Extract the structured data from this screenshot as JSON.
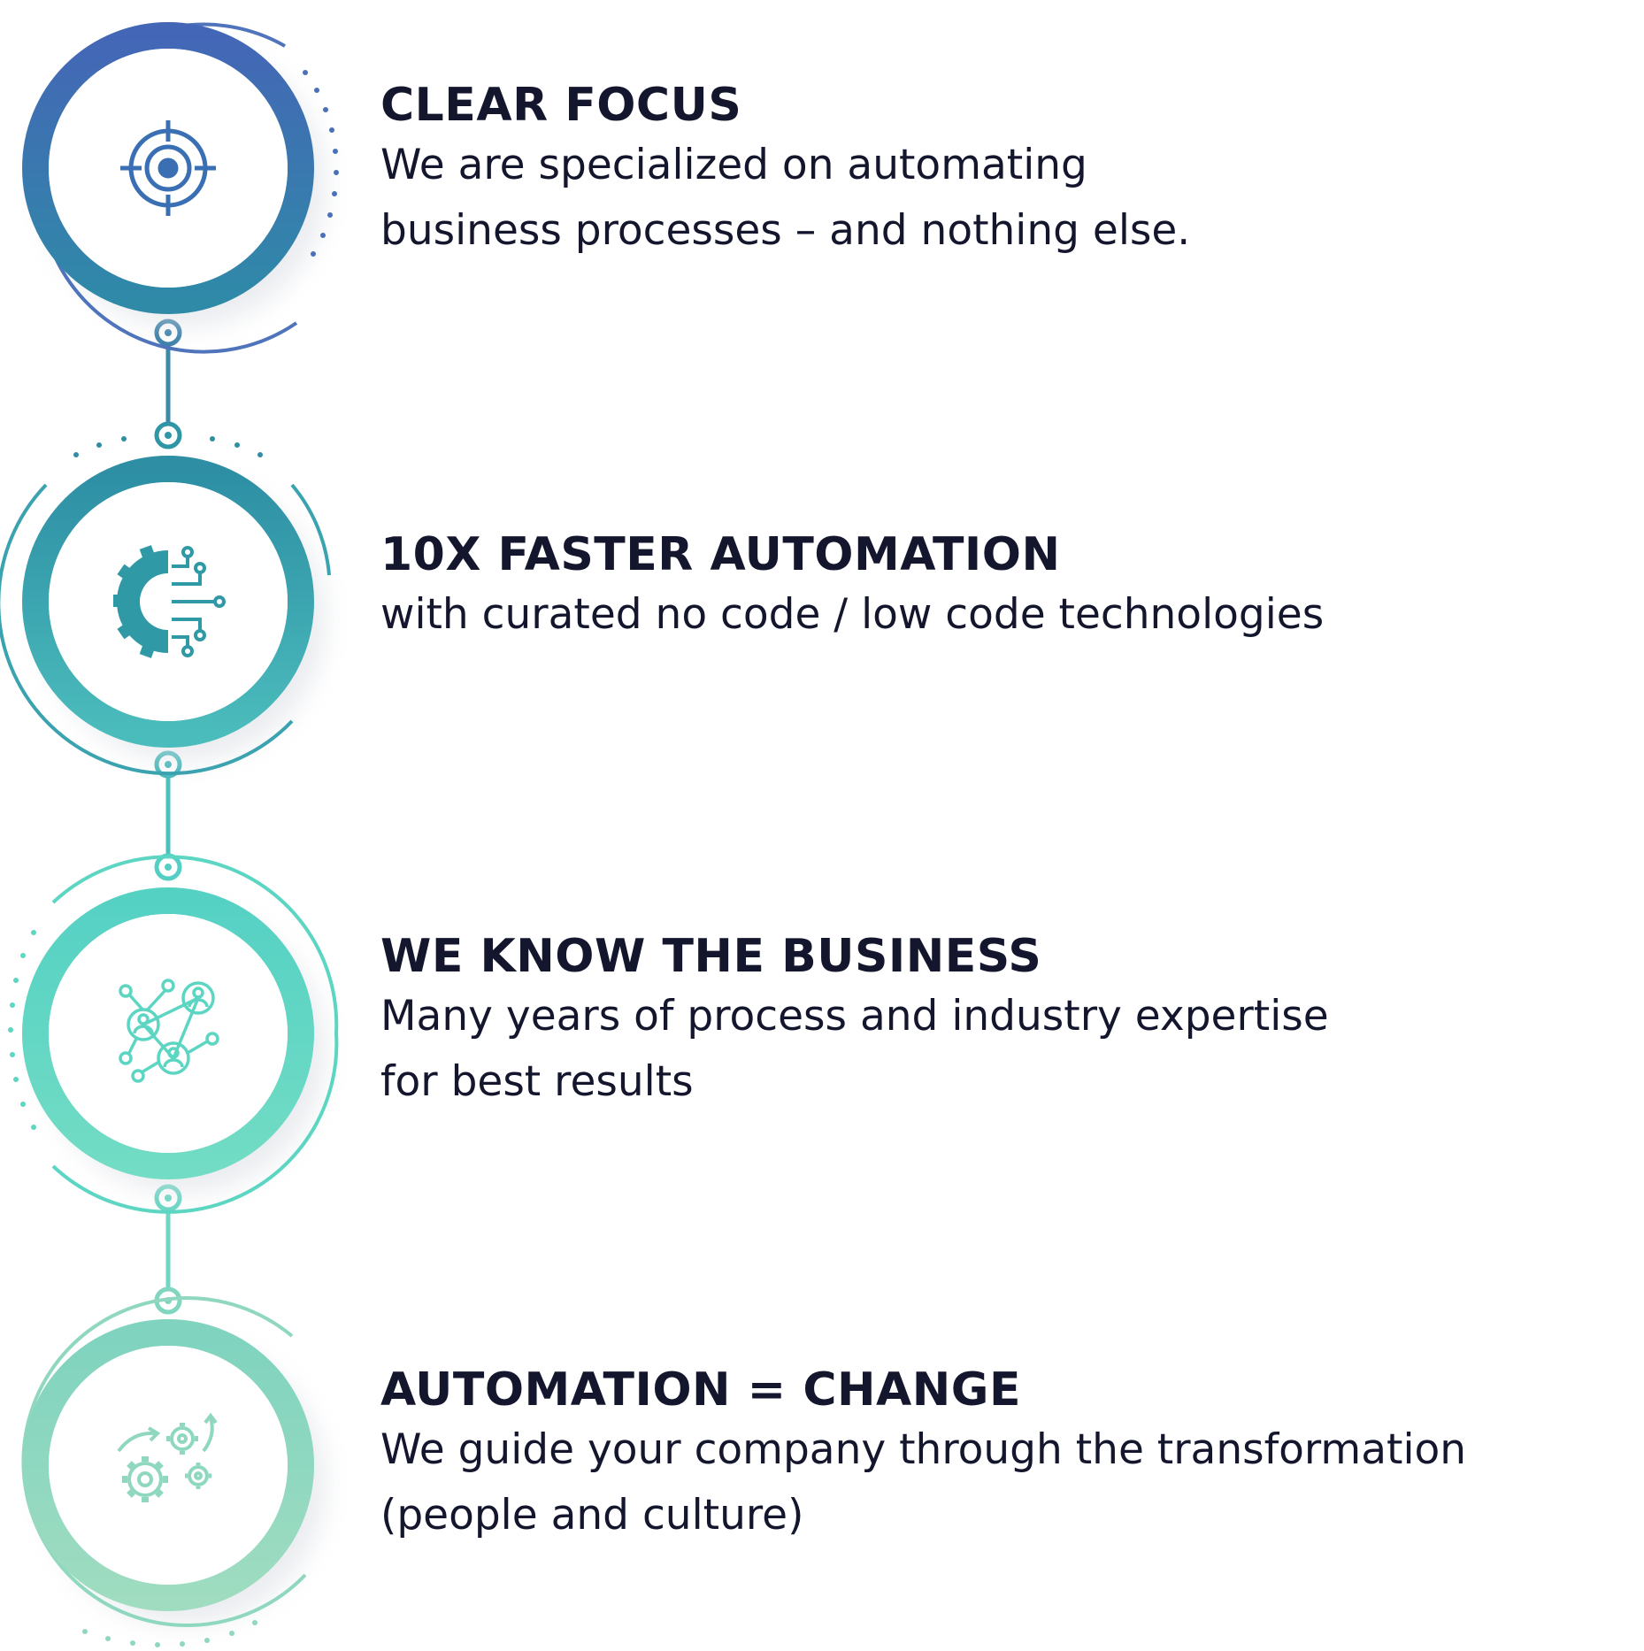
{
  "colors": {
    "text": "#14162e",
    "step1": "#3a6fb4",
    "step2": "#2f9aa6",
    "step3": "#5cd6c3",
    "step4": "#8fd8bf"
  },
  "steps": [
    {
      "title": "CLEAR FOCUS",
      "description": "We are specialized on automating\nbusiness processes – and nothing else.",
      "icon": "target-icon",
      "color": "#3a6fb4"
    },
    {
      "title": "10X FASTER AUTOMATION",
      "description": "with curated no code / low code technologies",
      "icon": "gear-circuit-icon",
      "color": "#2f9aa6"
    },
    {
      "title": "WE KNOW THE BUSINESS",
      "description": "Many years of process and industry expertise\nfor best results",
      "icon": "people-network-icon",
      "color": "#5cd6c3"
    },
    {
      "title": "AUTOMATION = CHANGE",
      "description": "We guide your company through the transformation\n(people and culture)",
      "icon": "gears-cycle-icon",
      "color": "#8fd8bf"
    }
  ]
}
